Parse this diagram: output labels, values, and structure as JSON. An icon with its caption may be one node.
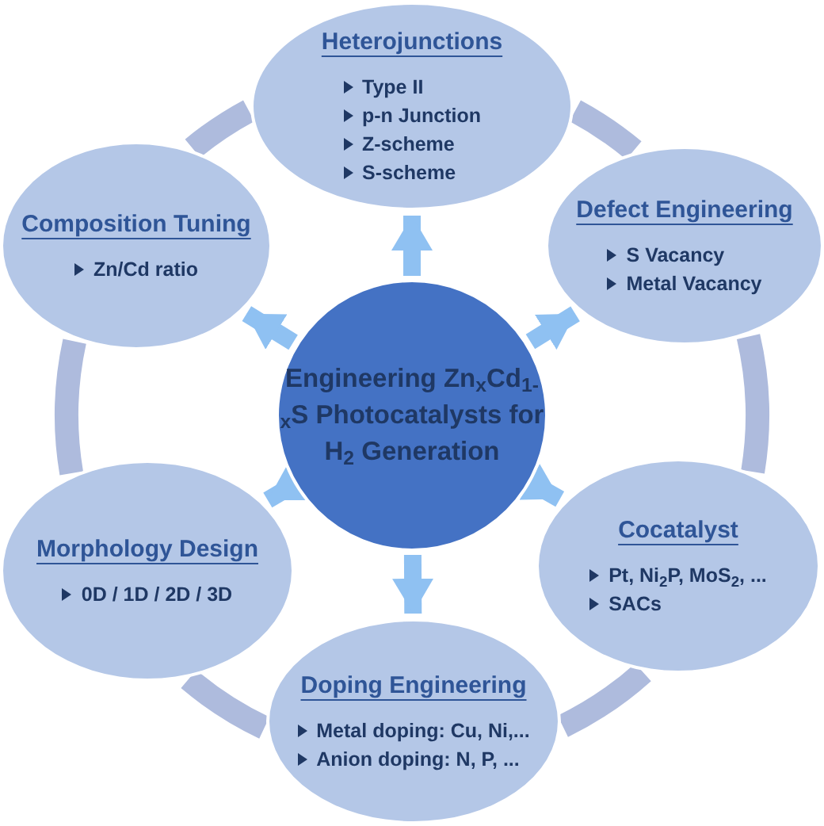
{
  "diagram": {
    "nodes": [
      {
        "text": [
          "Heterojunctions",
          "Type II",
          "p-n Junction",
          "Z-scheme",
          "S-scheme"
        ]
      },
      {
        "text": [
          "Composition Tuning",
          "Zn/Cd ratio"
        ]
      },
      {
        "text": [
          "Defect Engineering",
          "S Vacancy",
          "Metal Vacancy"
        ]
      },
      {
        "text": [
          "Engineering Zn$_{x}$Cd$_{1-x}$S Photocatalysts for H$_{2}$ Generation"
        ]
      },
      {
        "text": [
          "Morphology Design",
          "0D / 1D / 2D / 3D"
        ]
      },
      {
        "text": [
          "Cocatalyst",
          "Pt, Ni$_{2}$P, MoS$_{2}$, ...",
          "SACs"
        ]
      },
      {
        "text": [
          "Doping Engineering",
          "Metal doping: Cu, Ni,...",
          "Anion doping: N, P, ..."
        ]
      }
    ],
    "edges": [
      {
        "from": 3,
        "to": 0,
        "arrow": "to"
      },
      {
        "from": 3,
        "to": 2,
        "arrow": "to"
      },
      {
        "from": 3,
        "to": 5,
        "arrow": "to"
      },
      {
        "from": 3,
        "to": 6,
        "arrow": "to"
      },
      {
        "from": 3,
        "to": 4,
        "arrow": "to"
      },
      {
        "from": 3,
        "to": 1,
        "arrow": "to"
      },
      {
        "from": 0,
        "to": 2,
        "arrow": "none",
        "color": "#aebbdd"
      },
      {
        "from": 2,
        "to": 5,
        "arrow": "none",
        "color": "#aebbdd"
      },
      {
        "from": 5,
        "to": 6,
        "arrow": "none",
        "color": "#aebbdd"
      },
      {
        "from": 6,
        "to": 4,
        "arrow": "none",
        "color": "#aebbdd"
      },
      {
        "from": 4,
        "to": 1,
        "arrow": "none",
        "color": "#aebbdd"
      },
      {
        "from": 1,
        "to": 0,
        "arrow": "none",
        "color": "#aebbdd"
      }
    ]
  }
}
